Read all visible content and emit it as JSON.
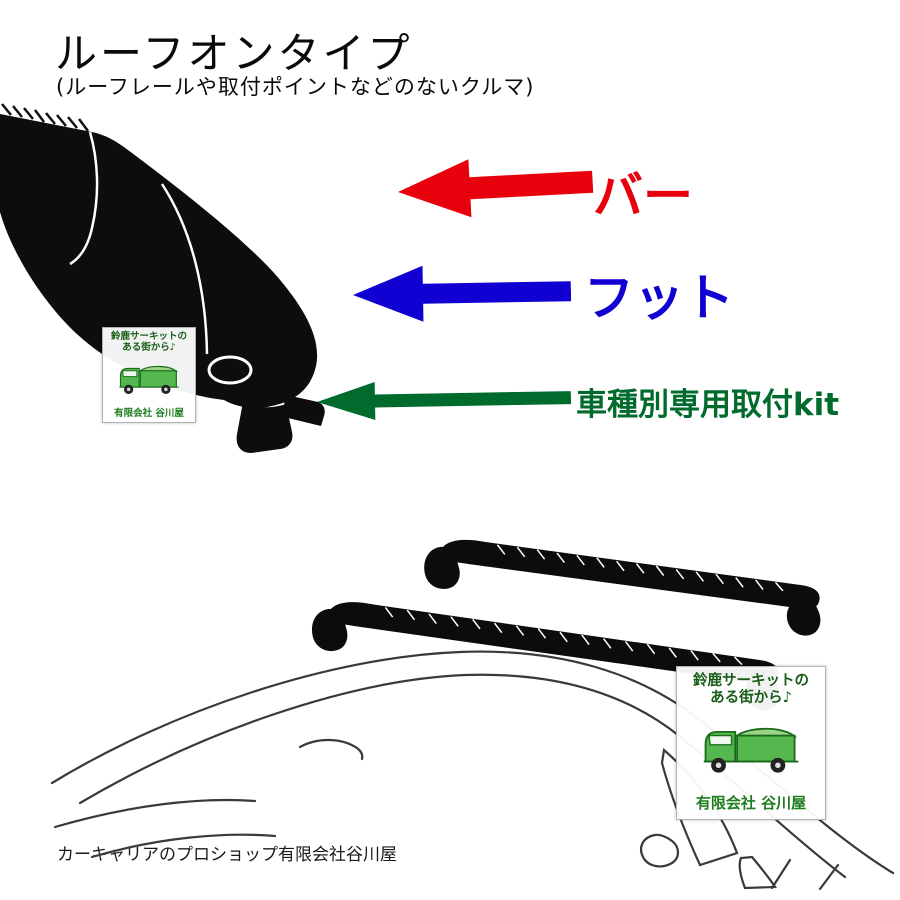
{
  "header": {
    "title": "ルーフオンタイプ",
    "subtitle": "(ルーフレールや取付ポイントなどのないクルマ)"
  },
  "annotations": {
    "bar": {
      "label": "バー",
      "color": "#e8000d"
    },
    "foot": {
      "label": "フット",
      "color": "#1100d2"
    },
    "kit": {
      "label": "車種別専用取付kit",
      "color": "#006b2d"
    }
  },
  "sticker": {
    "tagline_line1": "鈴鹿サーキットの",
    "tagline_line2": "ある街から♪",
    "company": "有限会社 谷川屋"
  },
  "footer": {
    "text": "カーキャリアのプロショップ有限会社谷川屋"
  }
}
